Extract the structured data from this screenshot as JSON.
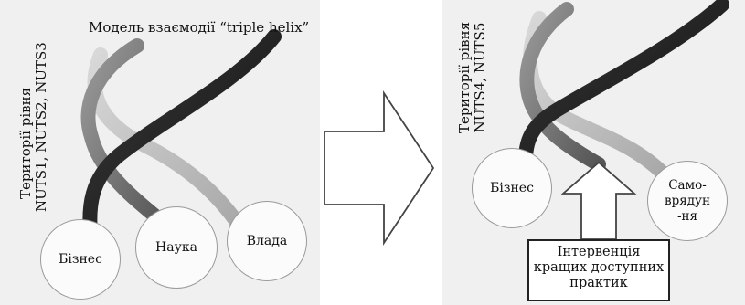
{
  "left_panel": {
    "title": "Модель взаємодії “triple helix”",
    "territory_line1": "Території рівня",
    "territory_line2": "NUTS1, NUTS2, NUTS3",
    "circles": [
      "Бізнес",
      "Наука",
      "Влада"
    ]
  },
  "right_panel": {
    "territory_line1": "Території рівня",
    "territory_line2": "NUTS4, NUTS5",
    "circles": [
      "Бізнес",
      "Само-врядун-ня"
    ],
    "self_gov_lines": [
      "Само-",
      "врядун",
      "-ня"
    ],
    "callout_lines": [
      "Інтервенція",
      "кращих доступних",
      "практик"
    ]
  },
  "colors": {
    "panel_bg": "#efefef",
    "strand_dark": "#1c1c1c",
    "strand_mid": "#6e6e6e",
    "strand_light": "#b9b9b9"
  }
}
